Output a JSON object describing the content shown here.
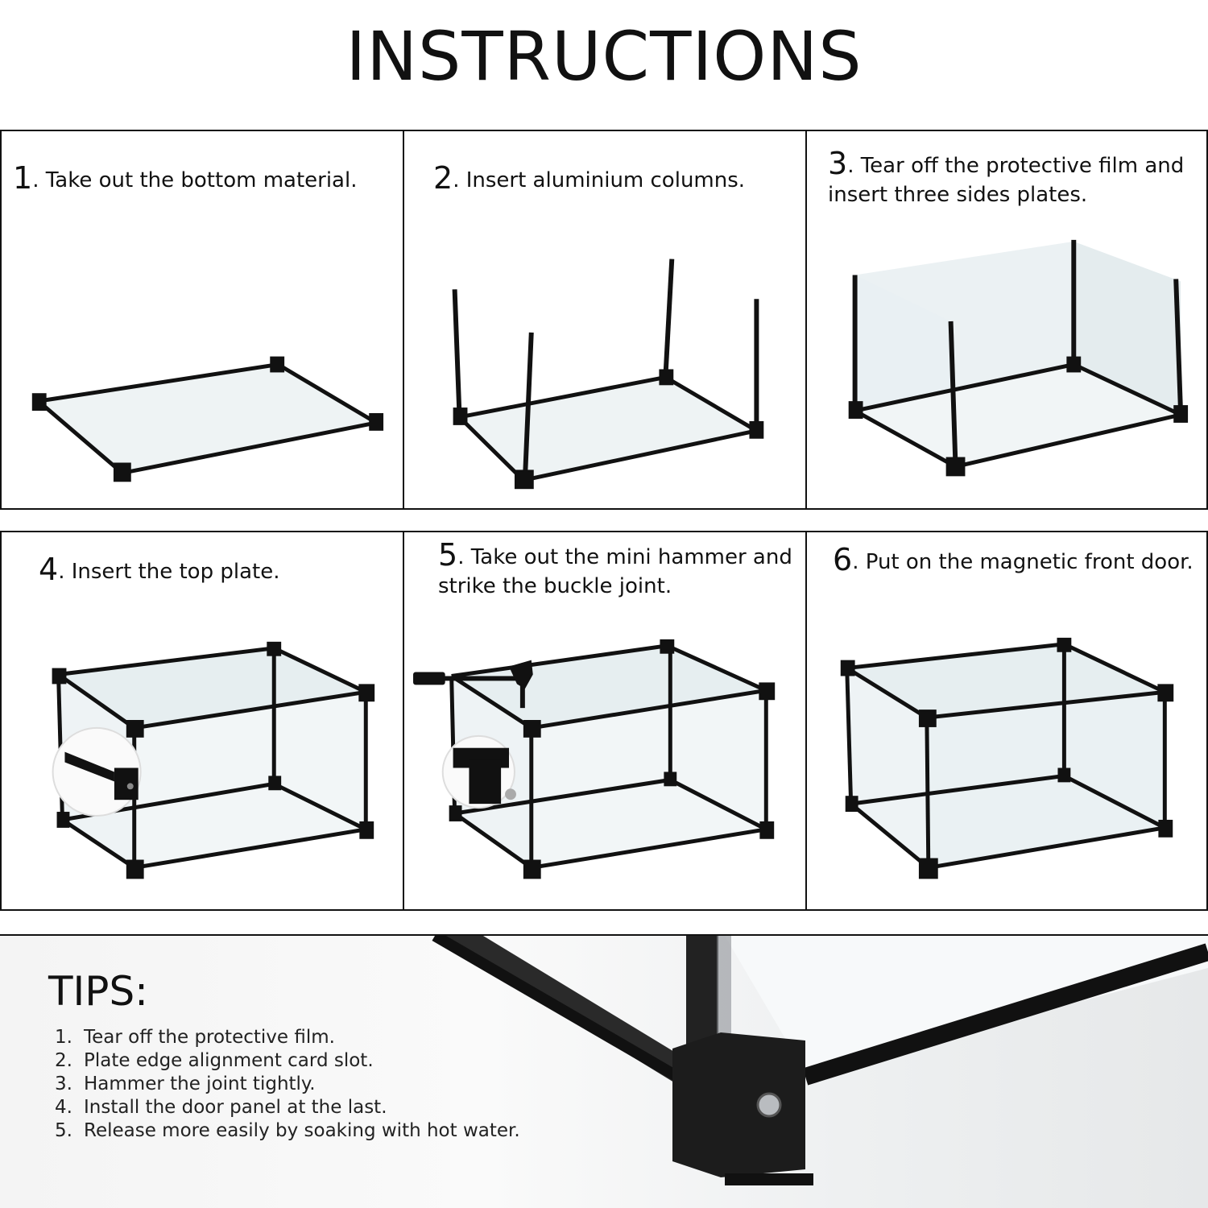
{
  "title": "INSTRUCTIONS",
  "steps": [
    {
      "num": "1",
      "text": "Take out the bottom material."
    },
    {
      "num": "2",
      "text": "Insert aluminium columns."
    },
    {
      "num": "3",
      "text": "Tear off the protective film and insert three sides plates."
    },
    {
      "num": "4",
      "text": "Insert the top plate."
    },
    {
      "num": "5",
      "text": "Take out the mini hammer and strike the buckle joint."
    },
    {
      "num": "6",
      "text": "Put on the magnetic front door."
    }
  ],
  "tips": {
    "title": "TIPS:",
    "items": [
      {
        "num": "1.",
        "text": "Tear off the protective film."
      },
      {
        "num": "2.",
        "text": "Plate edge alignment card slot."
      },
      {
        "num": "3.",
        "text": "Hammer the joint tightly."
      },
      {
        "num": "4.",
        "text": "Install the door panel at the last."
      },
      {
        "num": "5.",
        "text": "Release more easily by soaking with hot water."
      }
    ]
  },
  "colors": {
    "frame": "#111111",
    "glass": "#dfe7ea",
    "background": "#ffffff"
  }
}
